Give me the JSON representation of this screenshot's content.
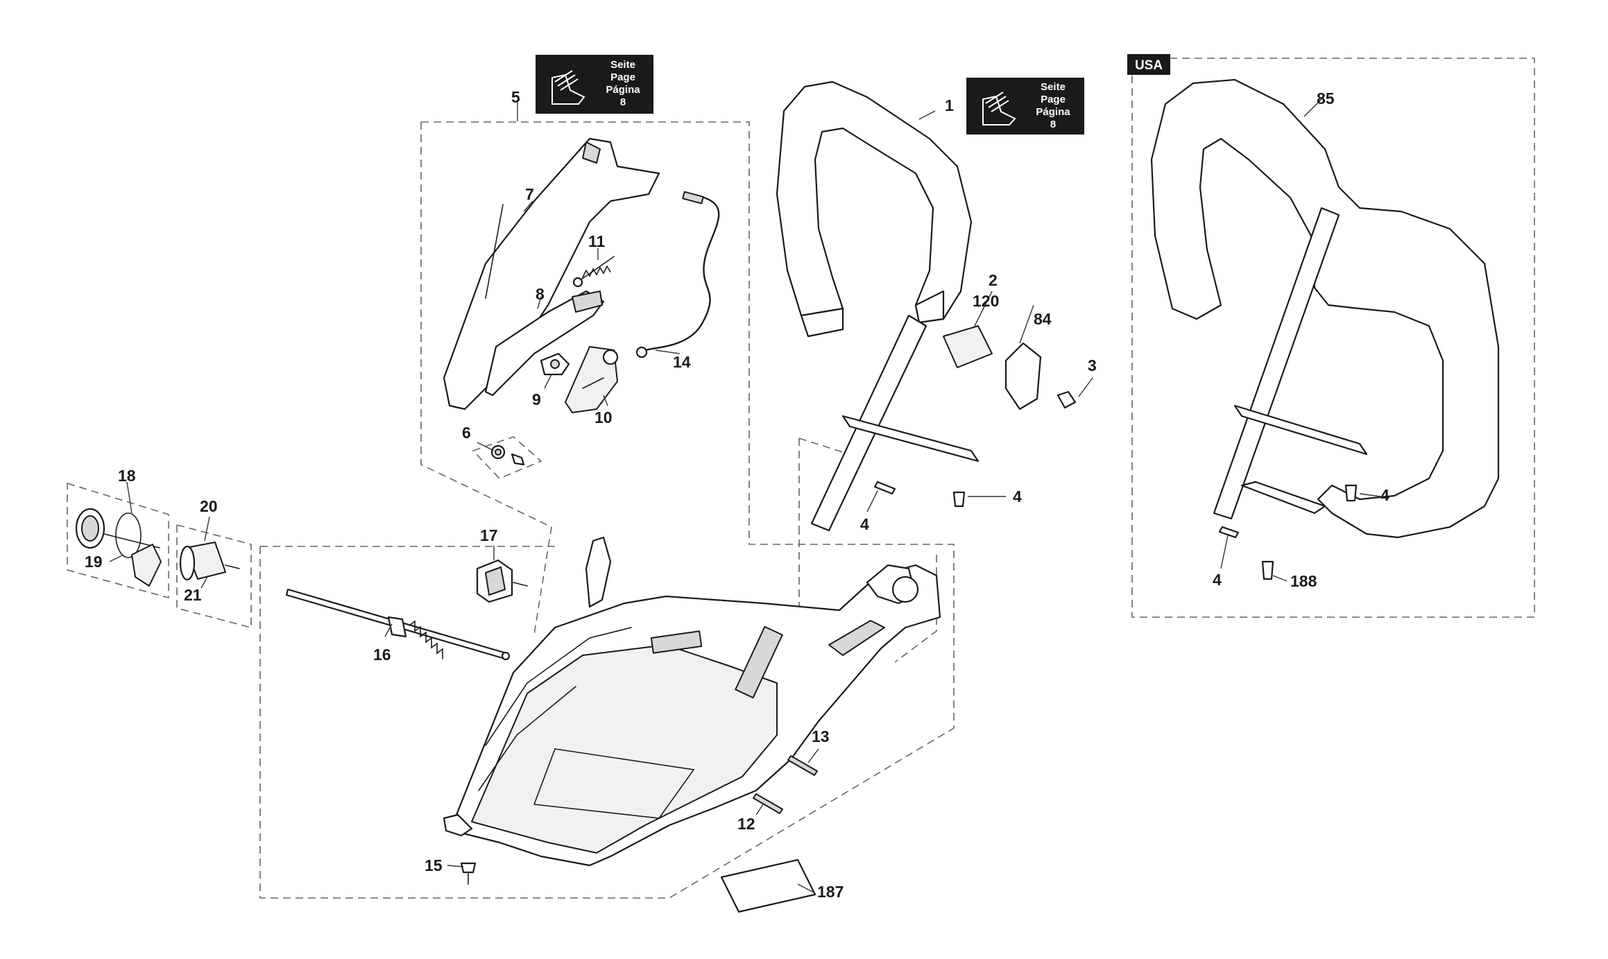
{
  "page_ref": {
    "lines": [
      "Seite",
      "Page",
      "Página",
      "8"
    ],
    "icon": "manual-reference-icon"
  },
  "region_tag": "USA",
  "labels": {
    "p1": "1",
    "p2": "2",
    "p3": "3",
    "p4a": "4",
    "p4b": "4",
    "p4c": "4",
    "p4d": "4",
    "p5": "5",
    "p6": "6",
    "p7": "7",
    "p8": "8",
    "p9": "9",
    "p10": "10",
    "p11": "11",
    "p12": "12",
    "p13": "13",
    "p14": "14",
    "p15": "15",
    "p16": "16",
    "p17": "17",
    "p18": "18",
    "p19": "19",
    "p20": "20",
    "p21": "21",
    "p84": "84",
    "p85": "85",
    "p120": "120",
    "p187": "187",
    "p188": "188"
  }
}
